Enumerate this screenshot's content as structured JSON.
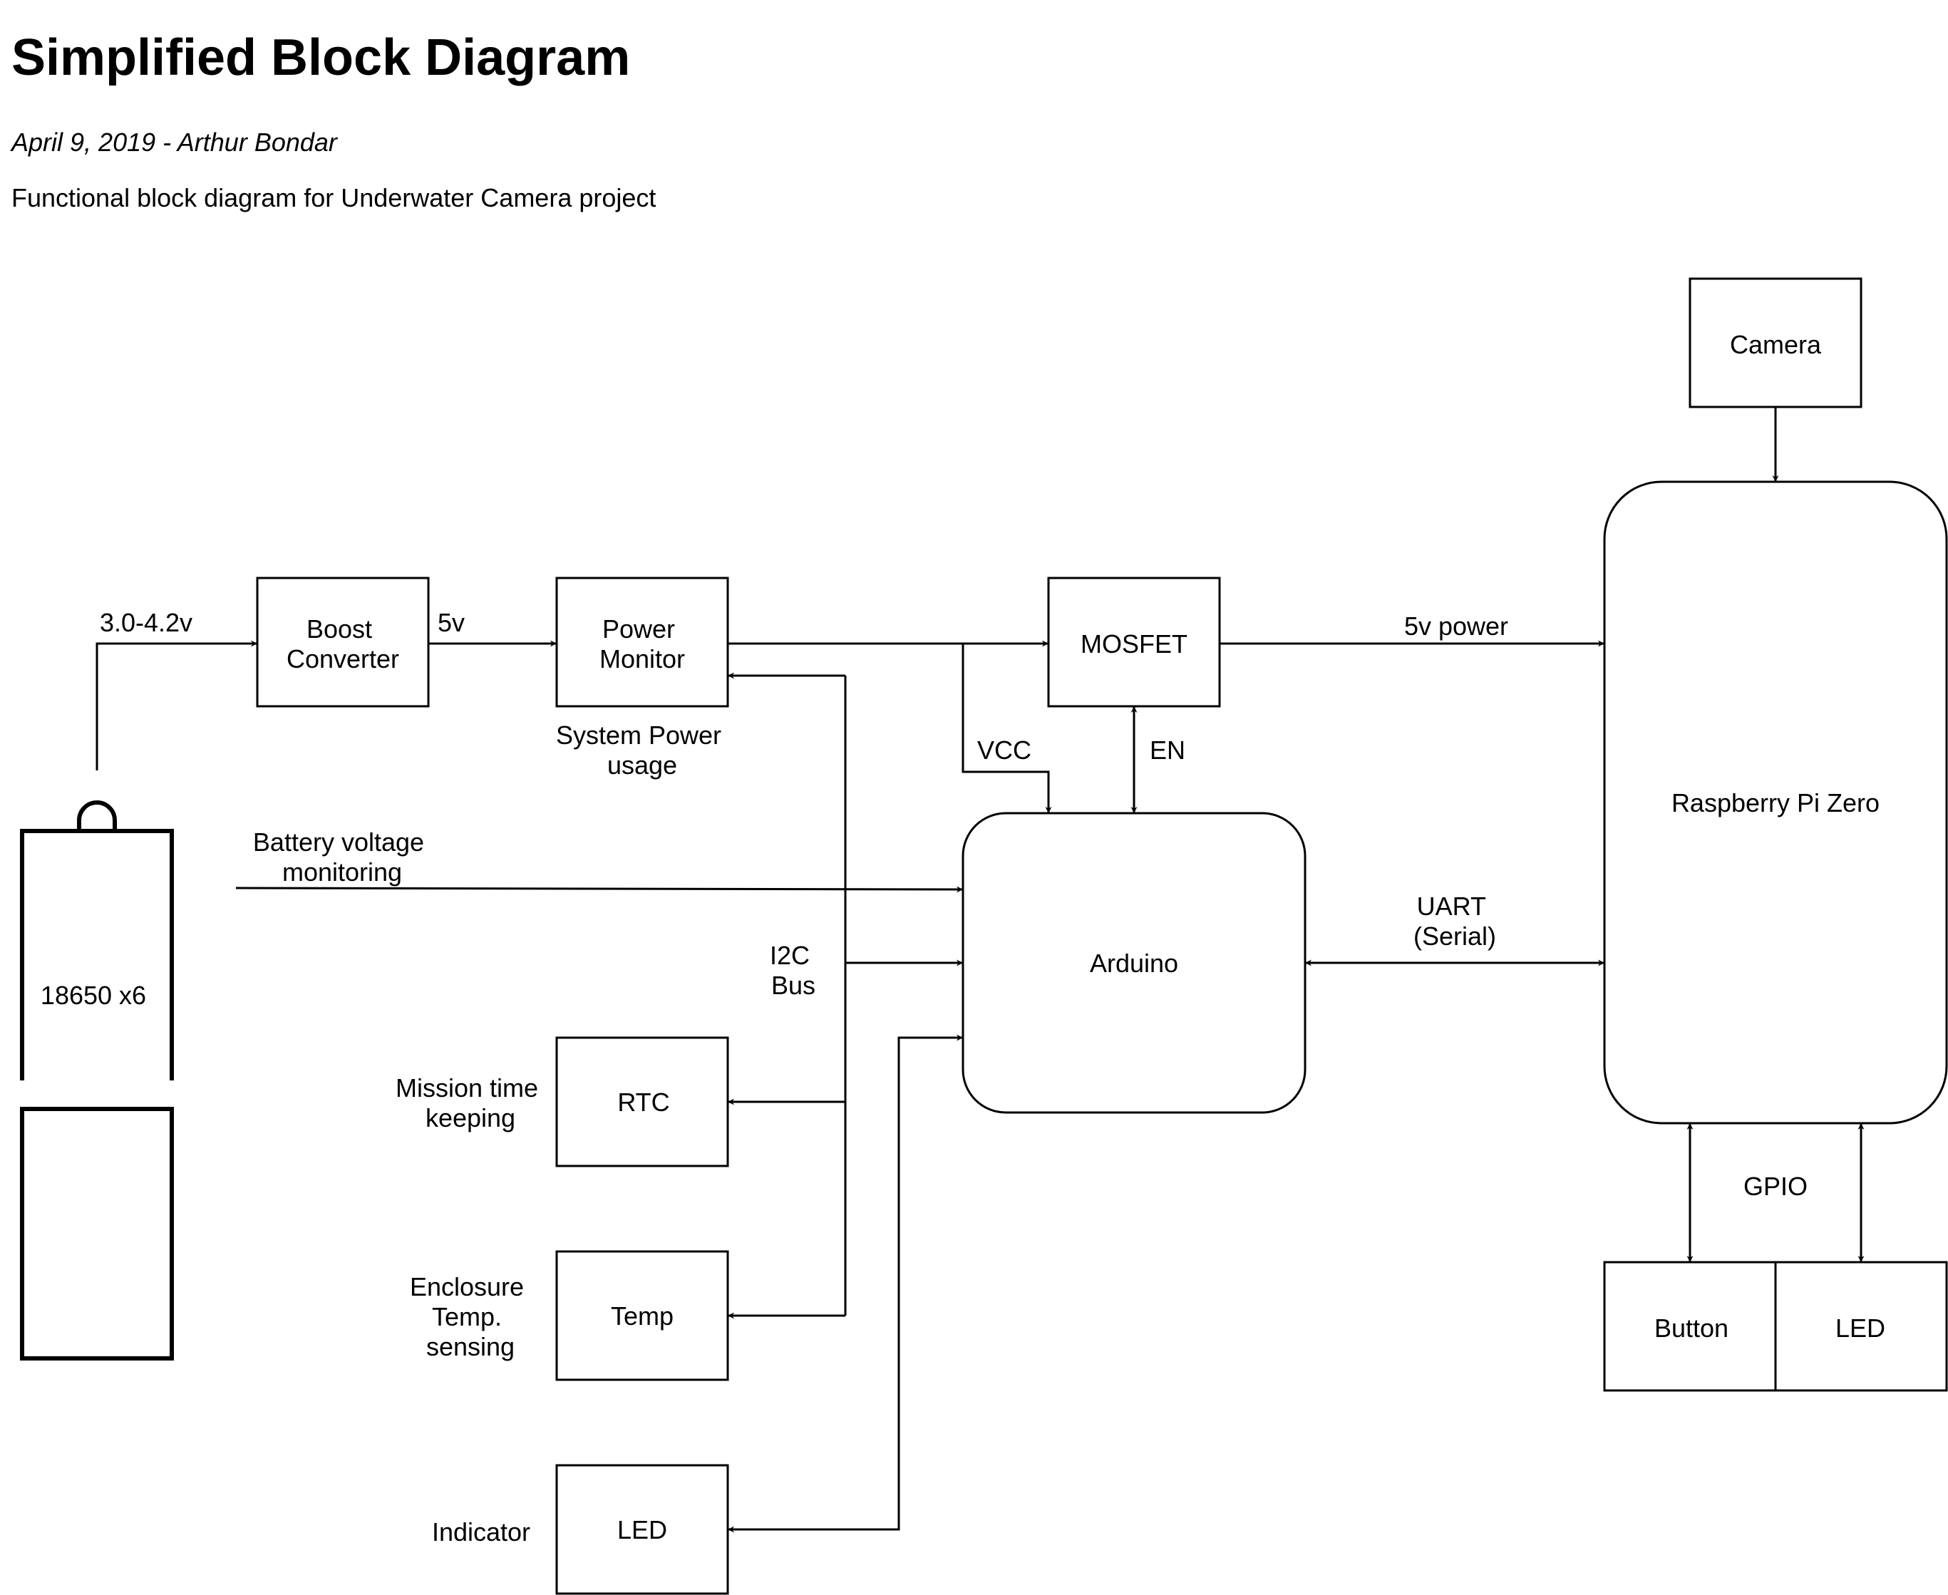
{
  "header": {
    "title": "Simplified Block Diagram",
    "byline": "April 9, 2019 - Arthur Bondar",
    "description": "Functional block diagram for Underwater Camera project"
  },
  "blocks": {
    "boost": [
      "Boost",
      "Converter"
    ],
    "power_monitor": [
      "Power",
      "Monitor"
    ],
    "mosfet": "MOSFET",
    "arduino": "Arduino",
    "raspberry": "Raspberry Pi Zero",
    "camera": "Camera",
    "battery": "18650 x6",
    "rtc": "RTC",
    "temp": "Temp",
    "led_indicator": "LED",
    "button": "Button",
    "led_pi": "LED"
  },
  "labels": {
    "battery_voltage": "3.0-4.2v",
    "boost_output": "5v",
    "system_power": [
      "System Power",
      "usage"
    ],
    "vcc": "VCC",
    "en": "EN",
    "pi_power": "5v power",
    "battery_monitoring": [
      "Battery voltage",
      "monitoring"
    ],
    "i2c": [
      "I2C",
      "Bus"
    ],
    "uart": [
      "UART",
      "(Serial)"
    ],
    "gpio": "GPIO",
    "mission_time": [
      "Mission time",
      "keeping"
    ],
    "enclosure_temp": [
      "Enclosure",
      "Temp.",
      "sensing"
    ],
    "indicator": "Indicator"
  }
}
